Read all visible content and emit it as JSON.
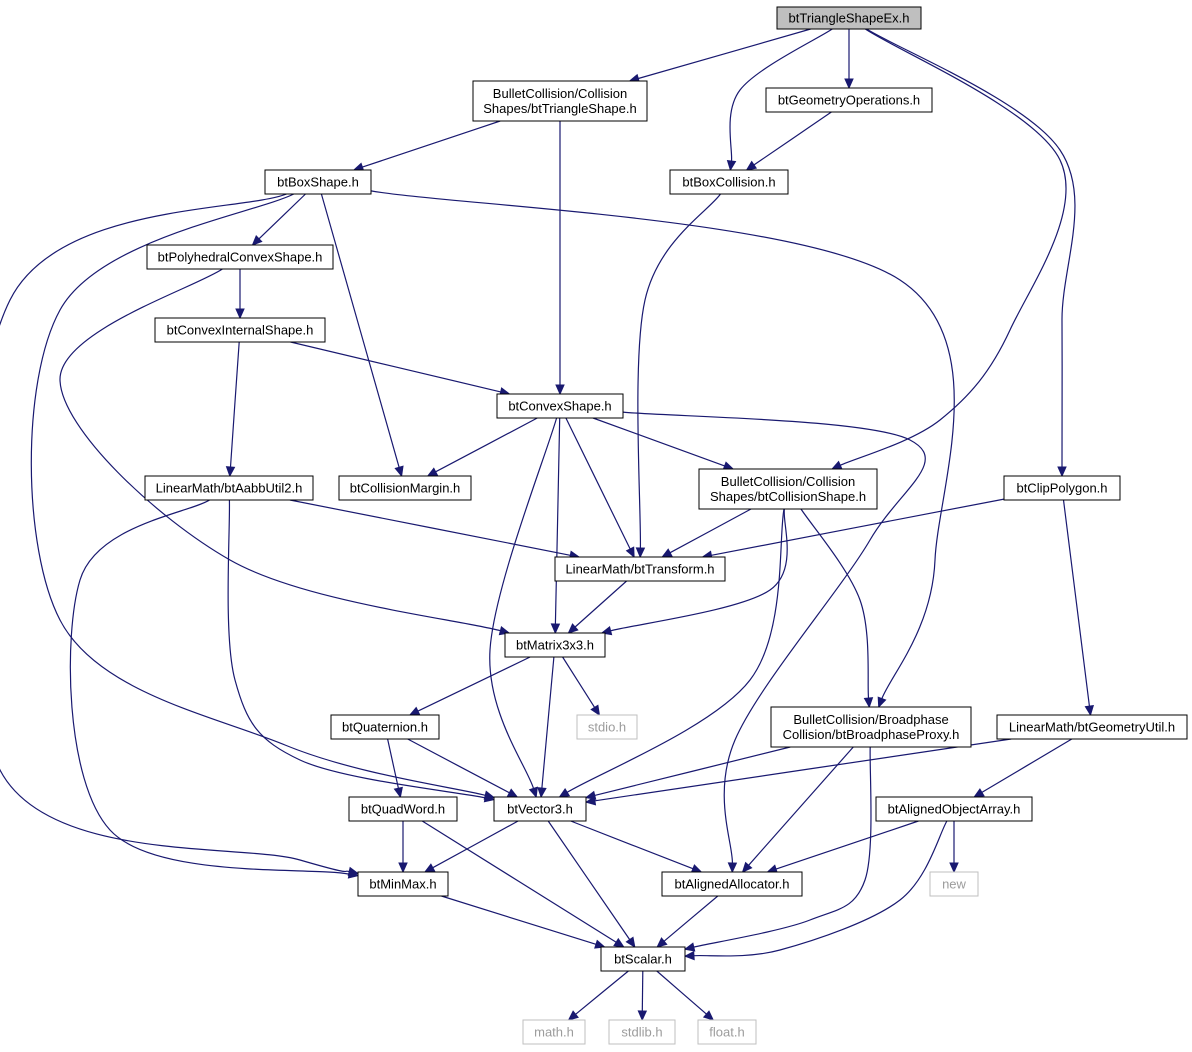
{
  "nodes": [
    {
      "id": "root",
      "label": [
        "btTriangleShapeEx.h"
      ],
      "kind": "root"
    },
    {
      "id": "triangleShape",
      "label": [
        "BulletCollision/Collision",
        "Shapes/btTriangleShape.h"
      ],
      "kind": "normal"
    },
    {
      "id": "geometryOps",
      "label": [
        "btGeometryOperations.h"
      ],
      "kind": "normal"
    },
    {
      "id": "boxShape",
      "label": [
        "btBoxShape.h"
      ],
      "kind": "normal"
    },
    {
      "id": "boxCollision",
      "label": [
        "btBoxCollision.h"
      ],
      "kind": "normal"
    },
    {
      "id": "polyhedral",
      "label": [
        "btPolyhedralConvexShape.h"
      ],
      "kind": "normal"
    },
    {
      "id": "convexInternal",
      "label": [
        "btConvexInternalShape.h"
      ],
      "kind": "normal"
    },
    {
      "id": "convexShape",
      "label": [
        "btConvexShape.h"
      ],
      "kind": "normal"
    },
    {
      "id": "aabbUtil2",
      "label": [
        "LinearMath/btAabbUtil2.h"
      ],
      "kind": "normal"
    },
    {
      "id": "collisionMargin",
      "label": [
        "btCollisionMargin.h"
      ],
      "kind": "normal"
    },
    {
      "id": "collisionShape",
      "label": [
        "BulletCollision/Collision",
        "Shapes/btCollisionShape.h"
      ],
      "kind": "normal"
    },
    {
      "id": "clipPolygon",
      "label": [
        "btClipPolygon.h"
      ],
      "kind": "normal"
    },
    {
      "id": "transform",
      "label": [
        "LinearMath/btTransform.h"
      ],
      "kind": "normal"
    },
    {
      "id": "matrix3x3",
      "label": [
        "btMatrix3x3.h"
      ],
      "kind": "normal"
    },
    {
      "id": "quaternion",
      "label": [
        "btQuaternion.h"
      ],
      "kind": "normal"
    },
    {
      "id": "stdio",
      "label": [
        "stdio.h"
      ],
      "kind": "system"
    },
    {
      "id": "broadphaseProxy",
      "label": [
        "BulletCollision/Broadphase",
        "Collision/btBroadphaseProxy.h"
      ],
      "kind": "normal"
    },
    {
      "id": "geometryUtil",
      "label": [
        "LinearMath/btGeometryUtil.h"
      ],
      "kind": "normal"
    },
    {
      "id": "quadWord",
      "label": [
        "btQuadWord.h"
      ],
      "kind": "normal"
    },
    {
      "id": "vector3",
      "label": [
        "btVector3.h"
      ],
      "kind": "normal"
    },
    {
      "id": "alignedObjectArray",
      "label": [
        "btAlignedObjectArray.h"
      ],
      "kind": "normal"
    },
    {
      "id": "minMax",
      "label": [
        "btMinMax.h"
      ],
      "kind": "normal"
    },
    {
      "id": "alignedAllocator",
      "label": [
        "btAlignedAllocator.h"
      ],
      "kind": "normal"
    },
    {
      "id": "new",
      "label": [
        "new"
      ],
      "kind": "system"
    },
    {
      "id": "scalar",
      "label": [
        "btScalar.h"
      ],
      "kind": "normal"
    },
    {
      "id": "math",
      "label": [
        "math.h"
      ],
      "kind": "system"
    },
    {
      "id": "stdlib",
      "label": [
        "stdlib.h"
      ],
      "kind": "system"
    },
    {
      "id": "float",
      "label": [
        "float.h"
      ],
      "kind": "system"
    }
  ],
  "edges": [
    [
      "root",
      "triangleShape"
    ],
    [
      "root",
      "geometryOps"
    ],
    [
      "root",
      "boxCollision"
    ],
    [
      "root",
      "collisionShape"
    ],
    [
      "root",
      "clipPolygon"
    ],
    [
      "triangleShape",
      "boxShape"
    ],
    [
      "triangleShape",
      "convexShape"
    ],
    [
      "geometryOps",
      "boxCollision"
    ],
    [
      "boxShape",
      "polyhedral"
    ],
    [
      "boxShape",
      "collisionMargin"
    ],
    [
      "boxShape",
      "broadphaseProxy"
    ],
    [
      "boxShape",
      "vector3"
    ],
    [
      "boxShape",
      "minMax"
    ],
    [
      "boxCollision",
      "transform"
    ],
    [
      "polyhedral",
      "convexInternal"
    ],
    [
      "polyhedral",
      "matrix3x3"
    ],
    [
      "convexInternal",
      "aabbUtil2"
    ],
    [
      "convexInternal",
      "convexShape"
    ],
    [
      "convexShape",
      "collisionMargin"
    ],
    [
      "convexShape",
      "collisionShape"
    ],
    [
      "convexShape",
      "transform"
    ],
    [
      "convexShape",
      "matrix3x3"
    ],
    [
      "convexShape",
      "vector3"
    ],
    [
      "convexShape",
      "alignedAllocator"
    ],
    [
      "aabbUtil2",
      "transform"
    ],
    [
      "aabbUtil2",
      "vector3"
    ],
    [
      "aabbUtil2",
      "minMax"
    ],
    [
      "collisionShape",
      "transform"
    ],
    [
      "collisionShape",
      "matrix3x3"
    ],
    [
      "collisionShape",
      "vector3"
    ],
    [
      "collisionShape",
      "broadphaseProxy"
    ],
    [
      "clipPolygon",
      "transform"
    ],
    [
      "clipPolygon",
      "geometryUtil"
    ],
    [
      "transform",
      "matrix3x3"
    ],
    [
      "matrix3x3",
      "quaternion"
    ],
    [
      "matrix3x3",
      "stdio"
    ],
    [
      "matrix3x3",
      "vector3"
    ],
    [
      "quaternion",
      "quadWord"
    ],
    [
      "quaternion",
      "vector3"
    ],
    [
      "broadphaseProxy",
      "vector3"
    ],
    [
      "broadphaseProxy",
      "alignedAllocator"
    ],
    [
      "broadphaseProxy",
      "scalar"
    ],
    [
      "geometryUtil",
      "vector3"
    ],
    [
      "geometryUtil",
      "alignedObjectArray"
    ],
    [
      "quadWord",
      "minMax"
    ],
    [
      "quadWord",
      "scalar"
    ],
    [
      "vector3",
      "minMax"
    ],
    [
      "vector3",
      "alignedAllocator"
    ],
    [
      "vector3",
      "scalar"
    ],
    [
      "alignedObjectArray",
      "alignedAllocator"
    ],
    [
      "alignedObjectArray",
      "new"
    ],
    [
      "alignedObjectArray",
      "scalar"
    ],
    [
      "minMax",
      "scalar"
    ],
    [
      "alignedAllocator",
      "scalar"
    ],
    [
      "scalar",
      "math"
    ],
    [
      "scalar",
      "stdlib"
    ],
    [
      "scalar",
      "float"
    ]
  ]
}
